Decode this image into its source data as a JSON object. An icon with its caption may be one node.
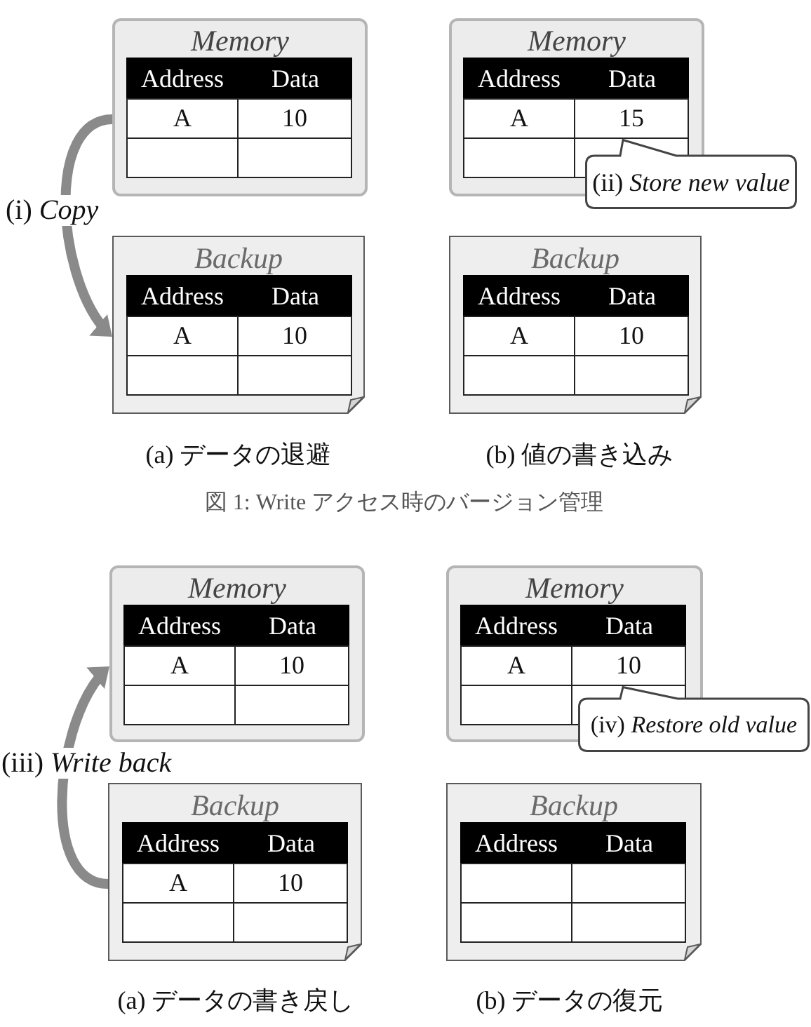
{
  "diagram": {
    "caption": "図 1: Write アクセス時のバージョン管理",
    "nodes": [
      {
        "text": [
          "Memory",
          "Address",
          "Data",
          "A",
          "10"
        ]
      },
      {
        "text": [
          "Memory",
          "Address",
          "Data",
          "A",
          "15"
        ]
      },
      {
        "text": [
          "(ii) *Store new value*"
        ]
      },
      {
        "text": [
          "Backup",
          "Address",
          "Data",
          "A",
          "10"
        ]
      },
      {
        "text": [
          "Backup",
          "Address",
          "Data",
          "A",
          "10"
        ]
      },
      {
        "text": [
          "Memory",
          "Address",
          "Data",
          "A",
          "10"
        ]
      },
      {
        "text": [
          "Memory",
          "Address",
          "Data",
          "A",
          "10"
        ]
      },
      {
        "text": [
          "(iv) *Restore old value*"
        ]
      },
      {
        "text": [
          "Backup",
          "Address",
          "Data",
          "A",
          "10"
        ]
      },
      {
        "text": [
          "Backup",
          "Address",
          "Data"
        ]
      }
    ],
    "edges": [
      {
        "from": 0,
        "to": 3,
        "arrow": "to",
        "label": "(i) *Copy*"
      },
      {
        "from": 8,
        "to": 5,
        "arrow": "to",
        "label": "(iii) *Write back*"
      }
    ],
    "labels": [
      "(a) データの退避",
      "(b) 値の書き込み",
      "(a) データの書き戻し",
      "(b) データの復元"
    ]
  }
}
